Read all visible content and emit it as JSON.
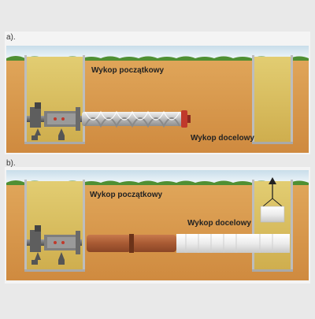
{
  "panels": [
    {
      "tag": "a).",
      "start_pit_label": "Wykop początkowy",
      "target_pit_label": "Wykop docelowy"
    },
    {
      "tag": "b).",
      "start_pit_label": "Wykop początkowy",
      "target_pit_label": "Wykop docelowy"
    }
  ],
  "colors": {
    "sky": "#dcebf4",
    "soil": "#d99a4e",
    "pit_fill": "#dcc46a",
    "pit_wall": "#bdbdbd",
    "grass": "#5a9a3a",
    "auger": "#c9c9c9",
    "concrete_pipe": "#b5683f",
    "casing_pipe": "#f2f2f2",
    "cutter_head": "#c0392b",
    "machine": "#6f6f6f"
  }
}
